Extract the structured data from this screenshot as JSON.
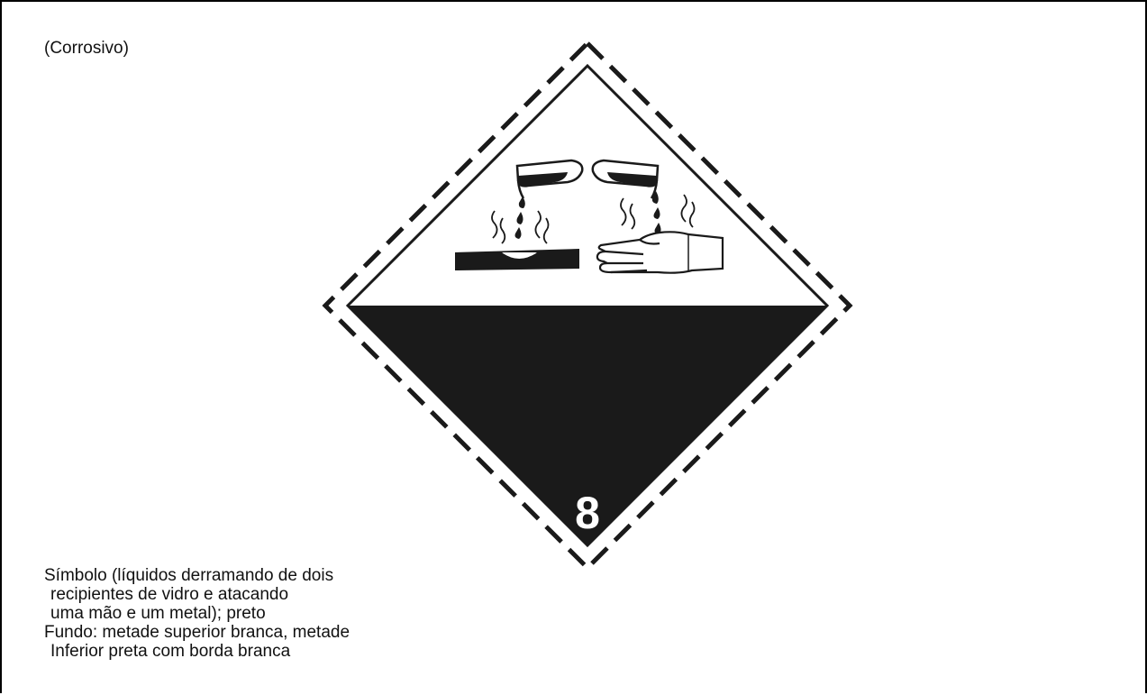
{
  "document": {
    "category_label": "(Corrosivo)",
    "class_number": "8",
    "legend_lines": [
      "Símbolo (líquidos derramando de dois",
      "recipientes de vidro e atacando",
      "uma mão e um metal); preto",
      "Fundo: metade superior branca, metade",
      "Inferior preta com borda branca"
    ]
  },
  "colors": {
    "symbol": "#1a1a1a",
    "background_top": "#ffffff",
    "background_bottom": "#1a1a1a",
    "number": "#ffffff"
  }
}
